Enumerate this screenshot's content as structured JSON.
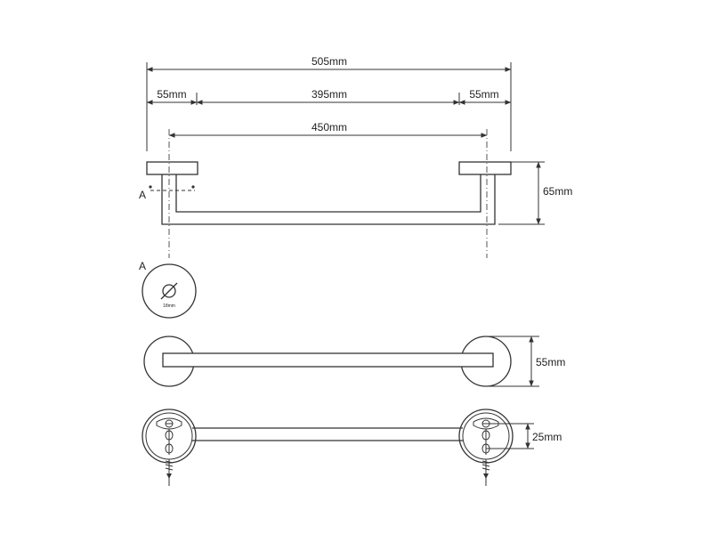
{
  "dimensions": {
    "overall_width": "505mm",
    "left_flange": "55mm",
    "center_span": "395mm",
    "right_flange": "55mm",
    "hole_spacing": "450mm",
    "projection_depth": "65mm",
    "flange_diameter": "55mm",
    "mount_height": "25mm"
  },
  "section": {
    "label": "A",
    "marker_label": "A",
    "diameter_symbol": "⌀",
    "diameter_value": "18mm"
  }
}
